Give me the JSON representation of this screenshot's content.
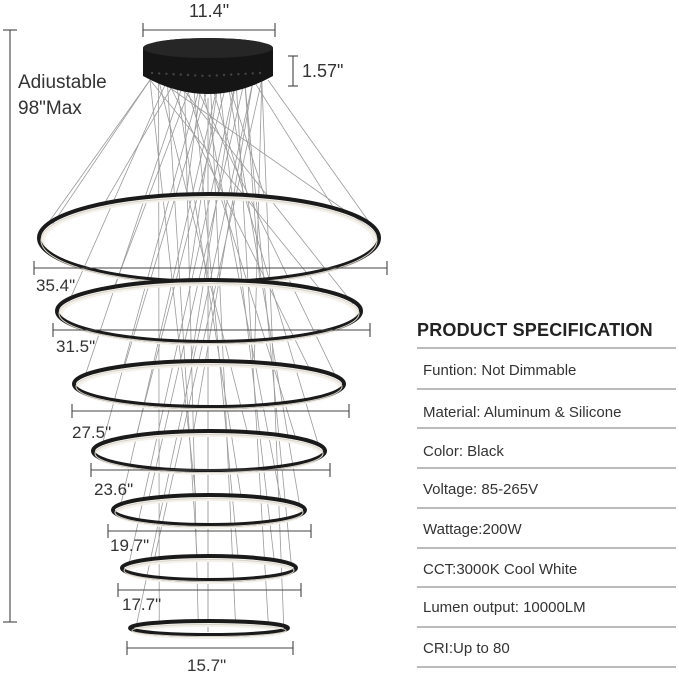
{
  "dimensions": {
    "top_width": "11.4\"",
    "canopy_height": "1.57\"",
    "adjustable_line1": "Adiustable",
    "adjustable_line2": "98\"Max",
    "ring_sizes": [
      "35.4\"",
      "31.5\"",
      "27.5\"",
      "23.6\"",
      "19.7\"",
      "17.7\"",
      "15.7\""
    ]
  },
  "specification": {
    "title": "PRODUCT SPECIFICATION",
    "rows": [
      "Funtion: Not Dimmable",
      "Material: Aluminum & Silicone",
      "Color: Black",
      "Voltage: 85-265V",
      "Wattage:200W",
      "CCT:3000K Cool White",
      "Lumen output: 10000LM",
      "CRI:Up to 80"
    ]
  },
  "colors": {
    "fixture": "#1a1a1a",
    "dimension_line": "#444444",
    "glow": "#f4f1ea"
  }
}
